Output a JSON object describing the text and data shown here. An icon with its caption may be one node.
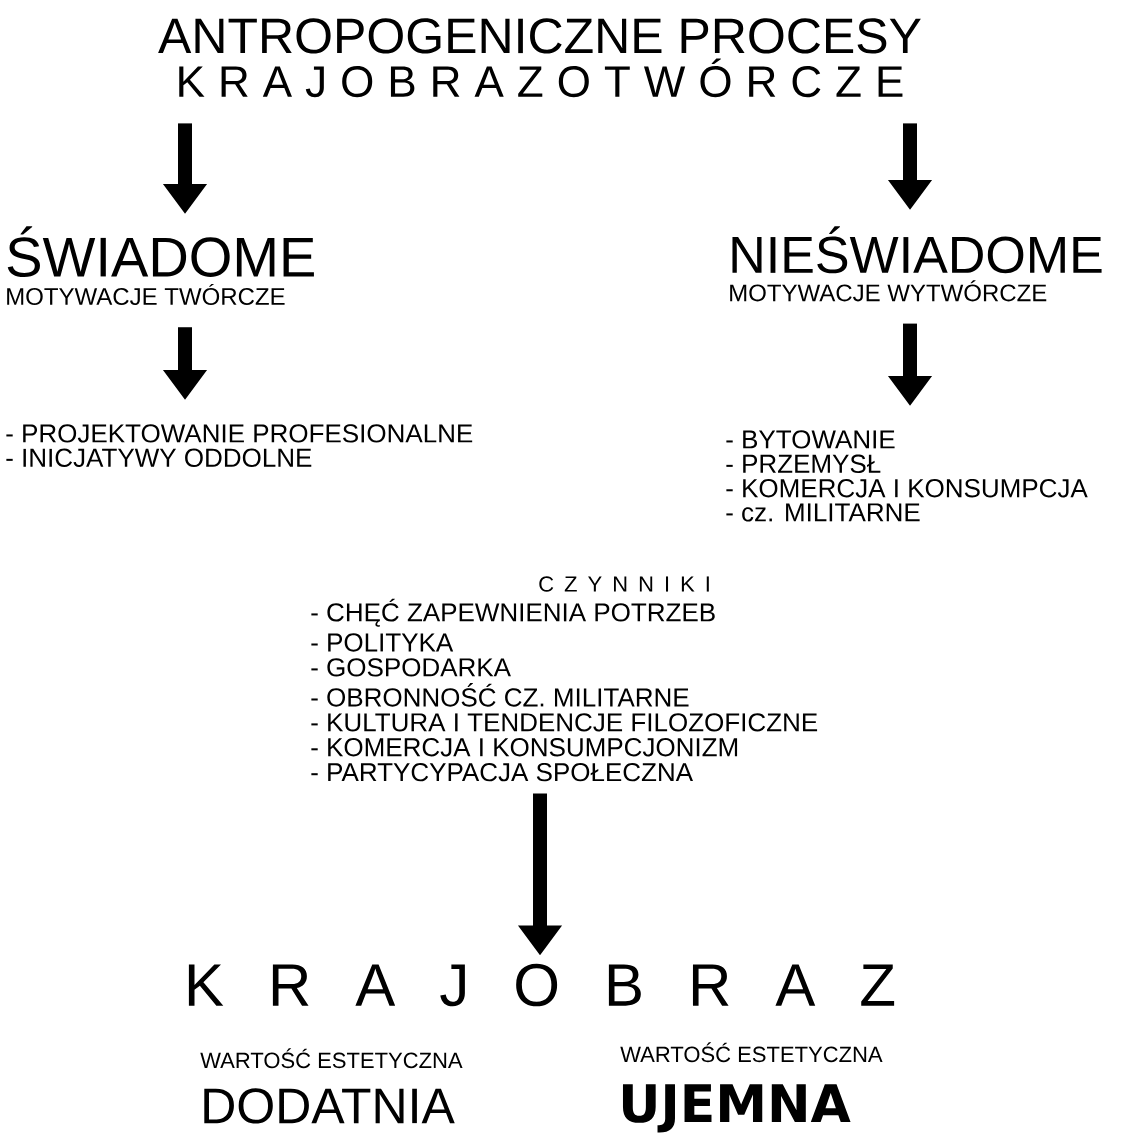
{
  "diagram": {
    "nodes": [
      {
        "text": [
          "ANTROPOGENICZNE PROCESY",
          "K R A J O B R A Z O T W Ó R C Z E"
        ]
      },
      {
        "text": [
          "ŚWIADOME",
          "MOTYWACJE TWÓRCZE"
        ]
      },
      {
        "text": [
          "NIEŚWIADOME",
          "MOTYWACJE WYTWÓRCZE"
        ]
      },
      {
        "text": [
          "- PROJEKTOWANIE PROFESIONALNE",
          "- INICJATYWY ODDOLNE"
        ]
      },
      {
        "text": [
          "- BYTOWANIE",
          "- PRZEMYSŁ",
          "- KOMERCJA I KONSUMPCJA",
          "- cz. MILITARNE"
        ]
      },
      {
        "text": [
          "C Z Y N N I K I",
          "- CHĘĆ ZAPEWNIENIA POTRZEB",
          "- POLITYKA",
          "- GOSPODARKA",
          "- OBRONNOŚĆ CZ. MILITARNE",
          "- KULTURA I TENDENCJE FILOZOFICZNE",
          "- KOMERCJA I KONSUMPCJONIZM",
          "- PARTYCYPACJA SPOŁECZNA"
        ]
      },
      {
        "text": [
          "K R A J O B R A Z"
        ]
      }
    ],
    "edges": [
      {
        "from": 0,
        "to": 1,
        "arrow": "to"
      },
      {
        "from": 0,
        "to": 2,
        "arrow": "to"
      },
      {
        "from": 1,
        "to": 3,
        "arrow": "to"
      },
      {
        "from": 2,
        "to": 4,
        "arrow": "to"
      },
      {
        "from": 5,
        "to": 6,
        "arrow": "to"
      }
    ],
    "labels": [
      "WARTOŚĆ ESTETYCZNA",
      "DODATNIA",
      "WARTOŚĆ ESTETYCZNA",
      "UJEMNA"
    ]
  }
}
